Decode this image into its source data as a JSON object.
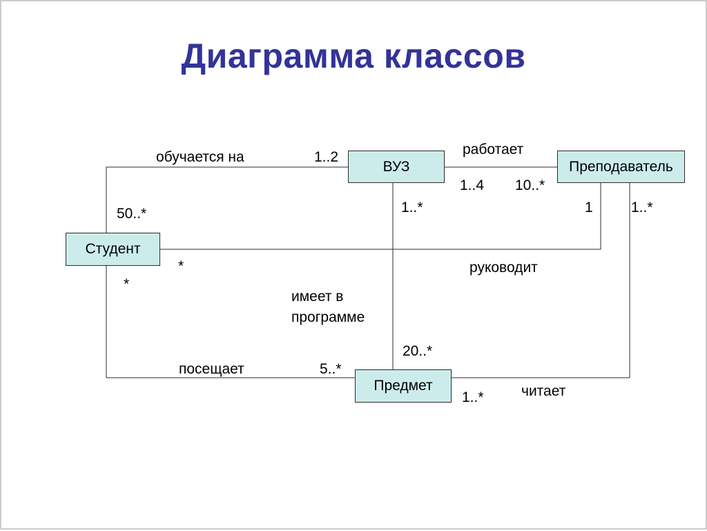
{
  "slide": {
    "title": "Диаграмма классов"
  },
  "classes": {
    "vuz": {
      "name": "ВУЗ"
    },
    "prepodavatel": {
      "name": "Преподаватель"
    },
    "student": {
      "name": "Студент"
    },
    "predmet": {
      "name": "Предмет"
    }
  },
  "associations": {
    "studies_at": {
      "label": "обучается на",
      "mult_near_vuz": "1..2",
      "mult_near_student": "50..*"
    },
    "works_at": {
      "label": "работает",
      "mult_near_vuz": "1..4",
      "mult_near_prepodavatel": "10..*"
    },
    "supervises": {
      "label": "руководит",
      "mult_near_student": "*",
      "mult_near_prepodavatel": "1"
    },
    "has_in_program": {
      "label": "имеет в программе",
      "mult_near_vuz": "1..*",
      "mult_near_predmet": "20..*"
    },
    "attends": {
      "label": "посещает",
      "mult_near_student": "*",
      "mult_near_predmet": "5..*"
    },
    "teaches": {
      "label": "читает",
      "mult_near_prepodavatel": "1..*",
      "mult_near_predmet": "1..*"
    }
  },
  "colors": {
    "title": "#333399",
    "class_fill": "#ccecec",
    "class_border": "#2b2b2b",
    "line": "#2b2b2b",
    "slide_border": "#cccccc"
  }
}
